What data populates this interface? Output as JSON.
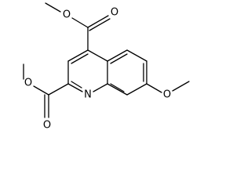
{
  "structure": {
    "labels": {
      "ring_nitrogen": "N",
      "ester_top_carbonyl_oxygen": "O",
      "ester_top_ether_oxygen": "O",
      "ester_left_carbonyl_oxygen": "O",
      "ester_left_ether_oxygen": "O",
      "methoxy_oxygen": "O"
    },
    "ink_color": "#000000",
    "background_color": "#ffffff"
  }
}
